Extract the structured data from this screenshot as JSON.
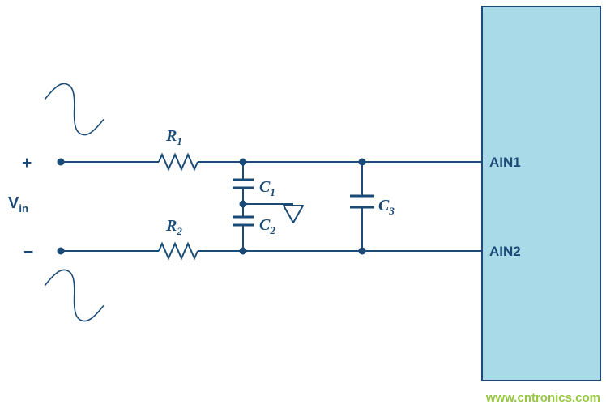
{
  "source": {
    "label": {
      "main": "V",
      "sub": "in"
    },
    "polarity_plus": "+",
    "polarity_minus": "−"
  },
  "components": {
    "r1": {
      "main": "R",
      "sub": "1"
    },
    "r2": {
      "main": "R",
      "sub": "2"
    },
    "c1": {
      "main": "C",
      "sub": "1"
    },
    "c2": {
      "main": "C",
      "sub": "2"
    },
    "c3": {
      "main": "C",
      "sub": "3"
    }
  },
  "adc_block": {
    "pins": {
      "ain1": "AIN1",
      "ain2": "AIN2"
    }
  },
  "watermark": "www.cntronics.com",
  "colors": {
    "line": "#1a4a75",
    "boxfill": "#a9dae7",
    "watermark": "#97c83f",
    "bg": "#ffffff"
  }
}
